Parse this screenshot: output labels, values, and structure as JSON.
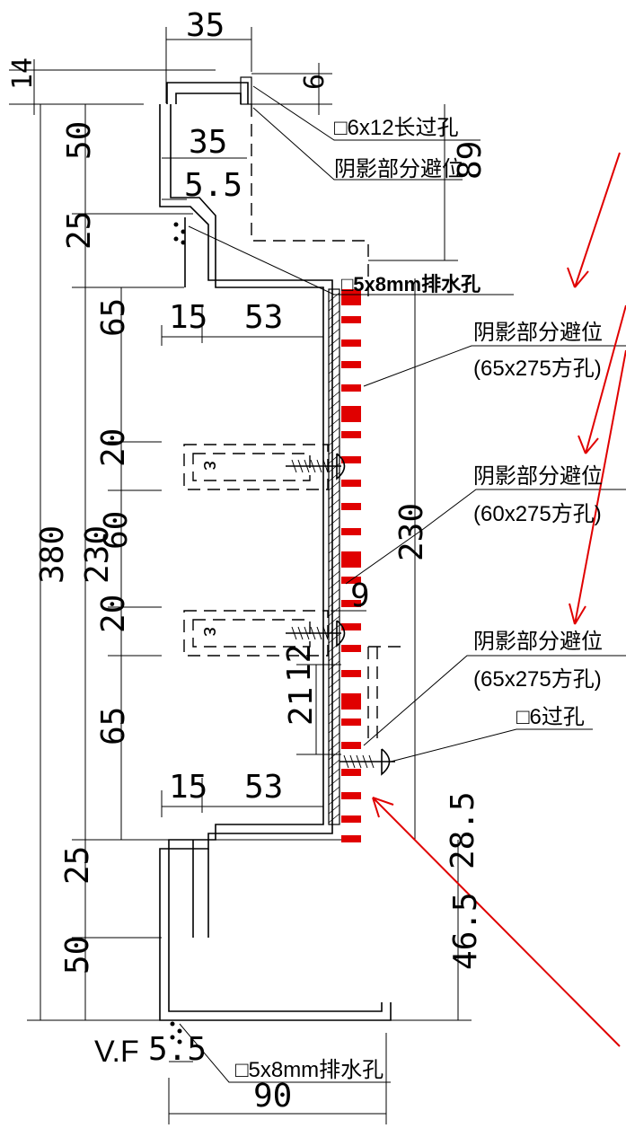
{
  "colors": {
    "ink": "#000000",
    "highlight": "#e00000",
    "background": "#ffffff"
  },
  "dims": {
    "top_width": "35",
    "top_offset": "14",
    "lip_height": "6",
    "upper_return": "50",
    "inner_width": "35",
    "gap": "5.5",
    "upper_step": "25",
    "total_height": "380",
    "panel_height": "230",
    "seg_top": "65",
    "seg_mid_a": "20",
    "seg_mid": "60",
    "seg_mid_b": "20",
    "seg_bottom": "65",
    "flange_top_a": "15",
    "flange_top_b": "53",
    "flange_bot_a": "15",
    "flange_bot_b": "53",
    "right_height": "230",
    "right_upper": "89",
    "small_gap": "9",
    "lower_step": "25",
    "lower_return": "50",
    "screw_spacing": "21",
    "screw_offset": "12",
    "right_lower_a": "28.5",
    "right_lower_b": "46.5",
    "bottom_gap": "5.5",
    "bottom_width": "90"
  },
  "notes": {
    "slot_hole": "□6x12长过孔",
    "shadow_clear_top": "阴影部分避位",
    "drain_top": "□5x8mm排水孔",
    "clear_1": "阴影部分避位",
    "clear_1_size": "(65x275方孔)",
    "clear_2": "阴影部分避位",
    "clear_2_size": "(60x275方孔)",
    "clear_3": "阴影部分避位",
    "clear_3_size": "(65x275方孔)",
    "pass_hole": "□6过孔",
    "drain_bottom": "□5x8mm排水孔",
    "view_mark": "V.F"
  }
}
